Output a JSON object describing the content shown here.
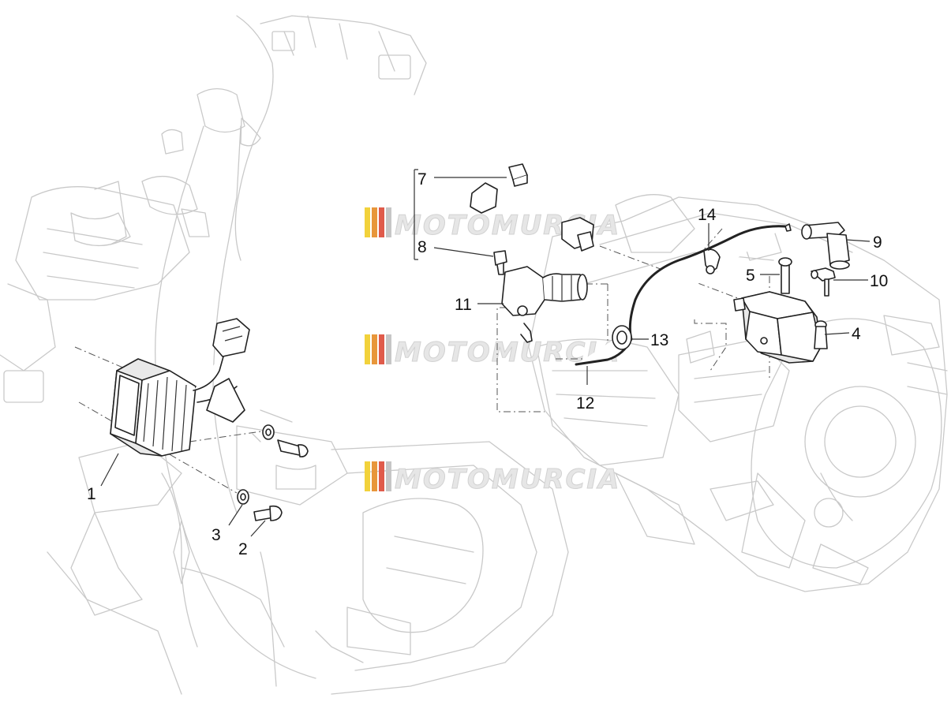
{
  "callouts": {
    "c1": "1",
    "c2": "2",
    "c3": "3",
    "c4": "4",
    "c5": "5",
    "c7": "7",
    "c8": "8",
    "c9": "9",
    "c10": "10",
    "c11": "11",
    "c12": "12",
    "c13": "13",
    "c14": "14"
  },
  "watermark": {
    "text": "MOTOMURCIA",
    "stripe_colors": [
      "#f2d23b",
      "#e8963a",
      "#e05b4b",
      "#c6c6c6"
    ]
  }
}
